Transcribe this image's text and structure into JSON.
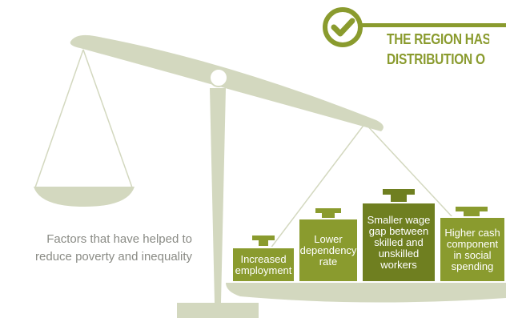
{
  "headline": {
    "line1": "THE REGION HAS",
    "line2": "DISTRIBUTION O"
  },
  "caption": {
    "line1": "Factors that have helped to",
    "line2": "reduce poverty and inequality"
  },
  "weights": [
    {
      "label": "Increased employment"
    },
    {
      "label": "Lower dependency rate"
    },
    {
      "label": "Smaller wage gap between skilled and unskilled workers"
    },
    {
      "label": "Higher cash component in social spending"
    }
  ],
  "icons": {
    "badge": "checkmark-icon"
  },
  "colors": {
    "scale": "#d3d8bf",
    "weight": "#8a9b2e",
    "weight_dark": "#6f7f20",
    "headline": "#8a9b2e",
    "caption": "#8a8b85"
  }
}
